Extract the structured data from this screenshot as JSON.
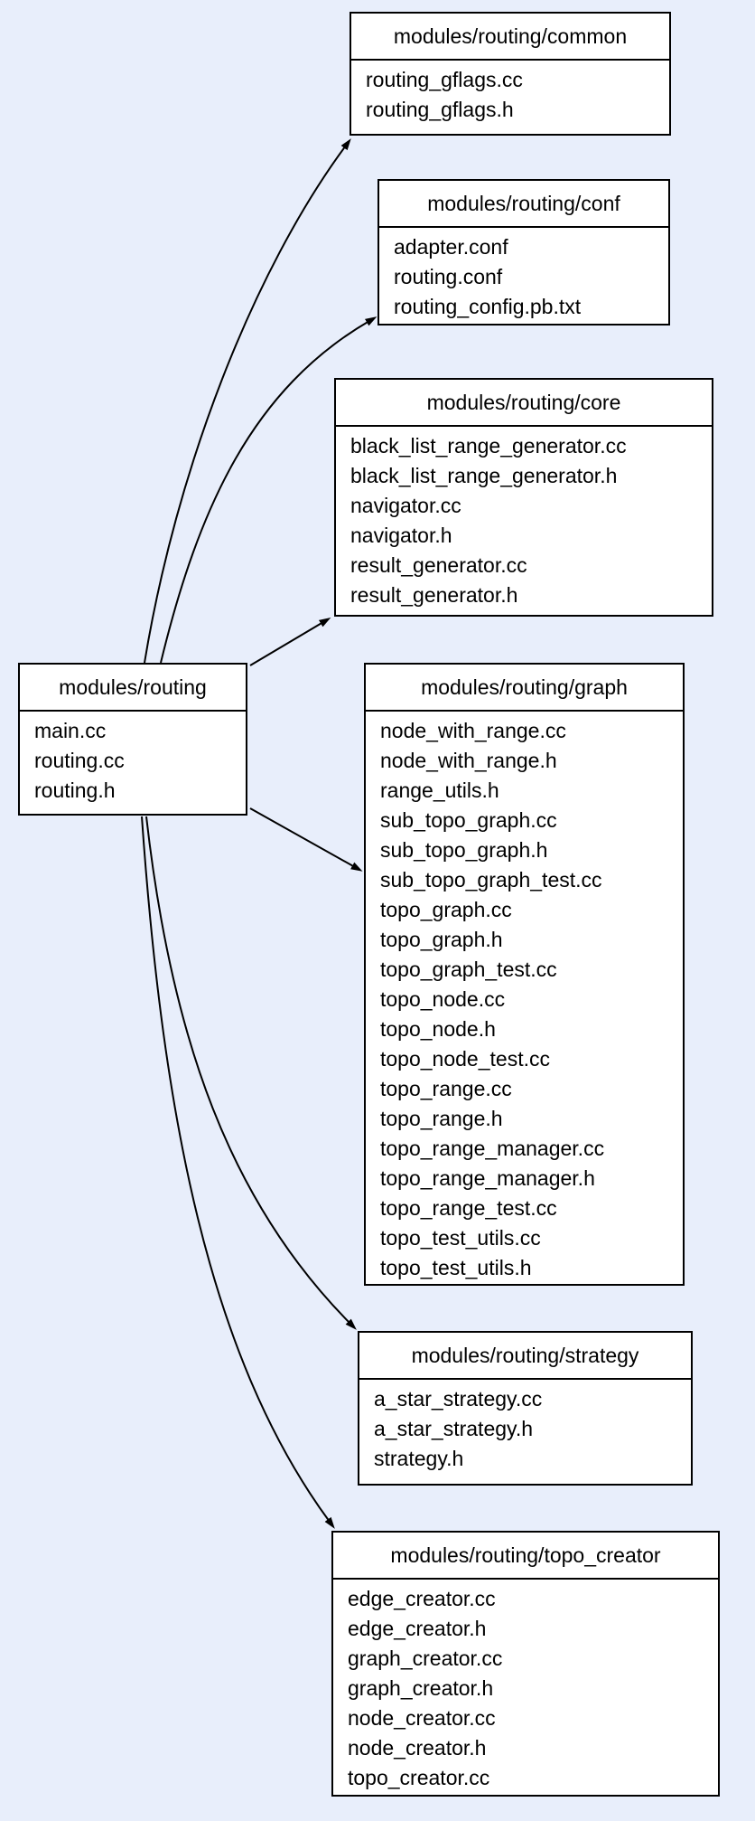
{
  "diagram": {
    "type": "directory-dependency-graph",
    "background_color": "#E8EEFB",
    "node_fill_color": "#FFFFFF",
    "node_border_color": "#000000",
    "edge_color": "#000000",
    "text_color": "#000000"
  },
  "nodes": {
    "routing": {
      "title": "modules/routing",
      "files": [
        "main.cc",
        "routing.cc",
        "routing.h"
      ]
    },
    "common": {
      "title": "modules/routing/common",
      "files": [
        "routing_gflags.cc",
        "routing_gflags.h"
      ]
    },
    "conf": {
      "title": "modules/routing/conf",
      "files": [
        "adapter.conf",
        "routing.conf",
        "routing_config.pb.txt"
      ]
    },
    "core": {
      "title": "modules/routing/core",
      "files": [
        "black_list_range_generator.cc",
        "black_list_range_generator.h",
        "navigator.cc",
        "navigator.h",
        "result_generator.cc",
        "result_generator.h"
      ]
    },
    "graph": {
      "title": "modules/routing/graph",
      "files": [
        "node_with_range.cc",
        "node_with_range.h",
        "range_utils.h",
        "sub_topo_graph.cc",
        "sub_topo_graph.h",
        "sub_topo_graph_test.cc",
        "topo_graph.cc",
        "topo_graph.h",
        "topo_graph_test.cc",
        "topo_node.cc",
        "topo_node.h",
        "topo_node_test.cc",
        "topo_range.cc",
        "topo_range.h",
        "topo_range_manager.cc",
        "topo_range_manager.h",
        "topo_range_test.cc",
        "topo_test_utils.cc",
        "topo_test_utils.h"
      ]
    },
    "strategy": {
      "title": "modules/routing/strategy",
      "files": [
        "a_star_strategy.cc",
        "a_star_strategy.h",
        "strategy.h"
      ]
    },
    "topo_creator": {
      "title": "modules/routing/topo_creator",
      "files": [
        "edge_creator.cc",
        "edge_creator.h",
        "graph_creator.cc",
        "graph_creator.h",
        "node_creator.cc",
        "node_creator.h",
        "topo_creator.cc"
      ]
    }
  },
  "edges": [
    {
      "from": "modules/routing",
      "to": "modules/routing/common"
    },
    {
      "from": "modules/routing",
      "to": "modules/routing/conf"
    },
    {
      "from": "modules/routing",
      "to": "modules/routing/core"
    },
    {
      "from": "modules/routing",
      "to": "modules/routing/graph"
    },
    {
      "from": "modules/routing",
      "to": "modules/routing/strategy"
    },
    {
      "from": "modules/routing",
      "to": "modules/routing/topo_creator"
    }
  ]
}
